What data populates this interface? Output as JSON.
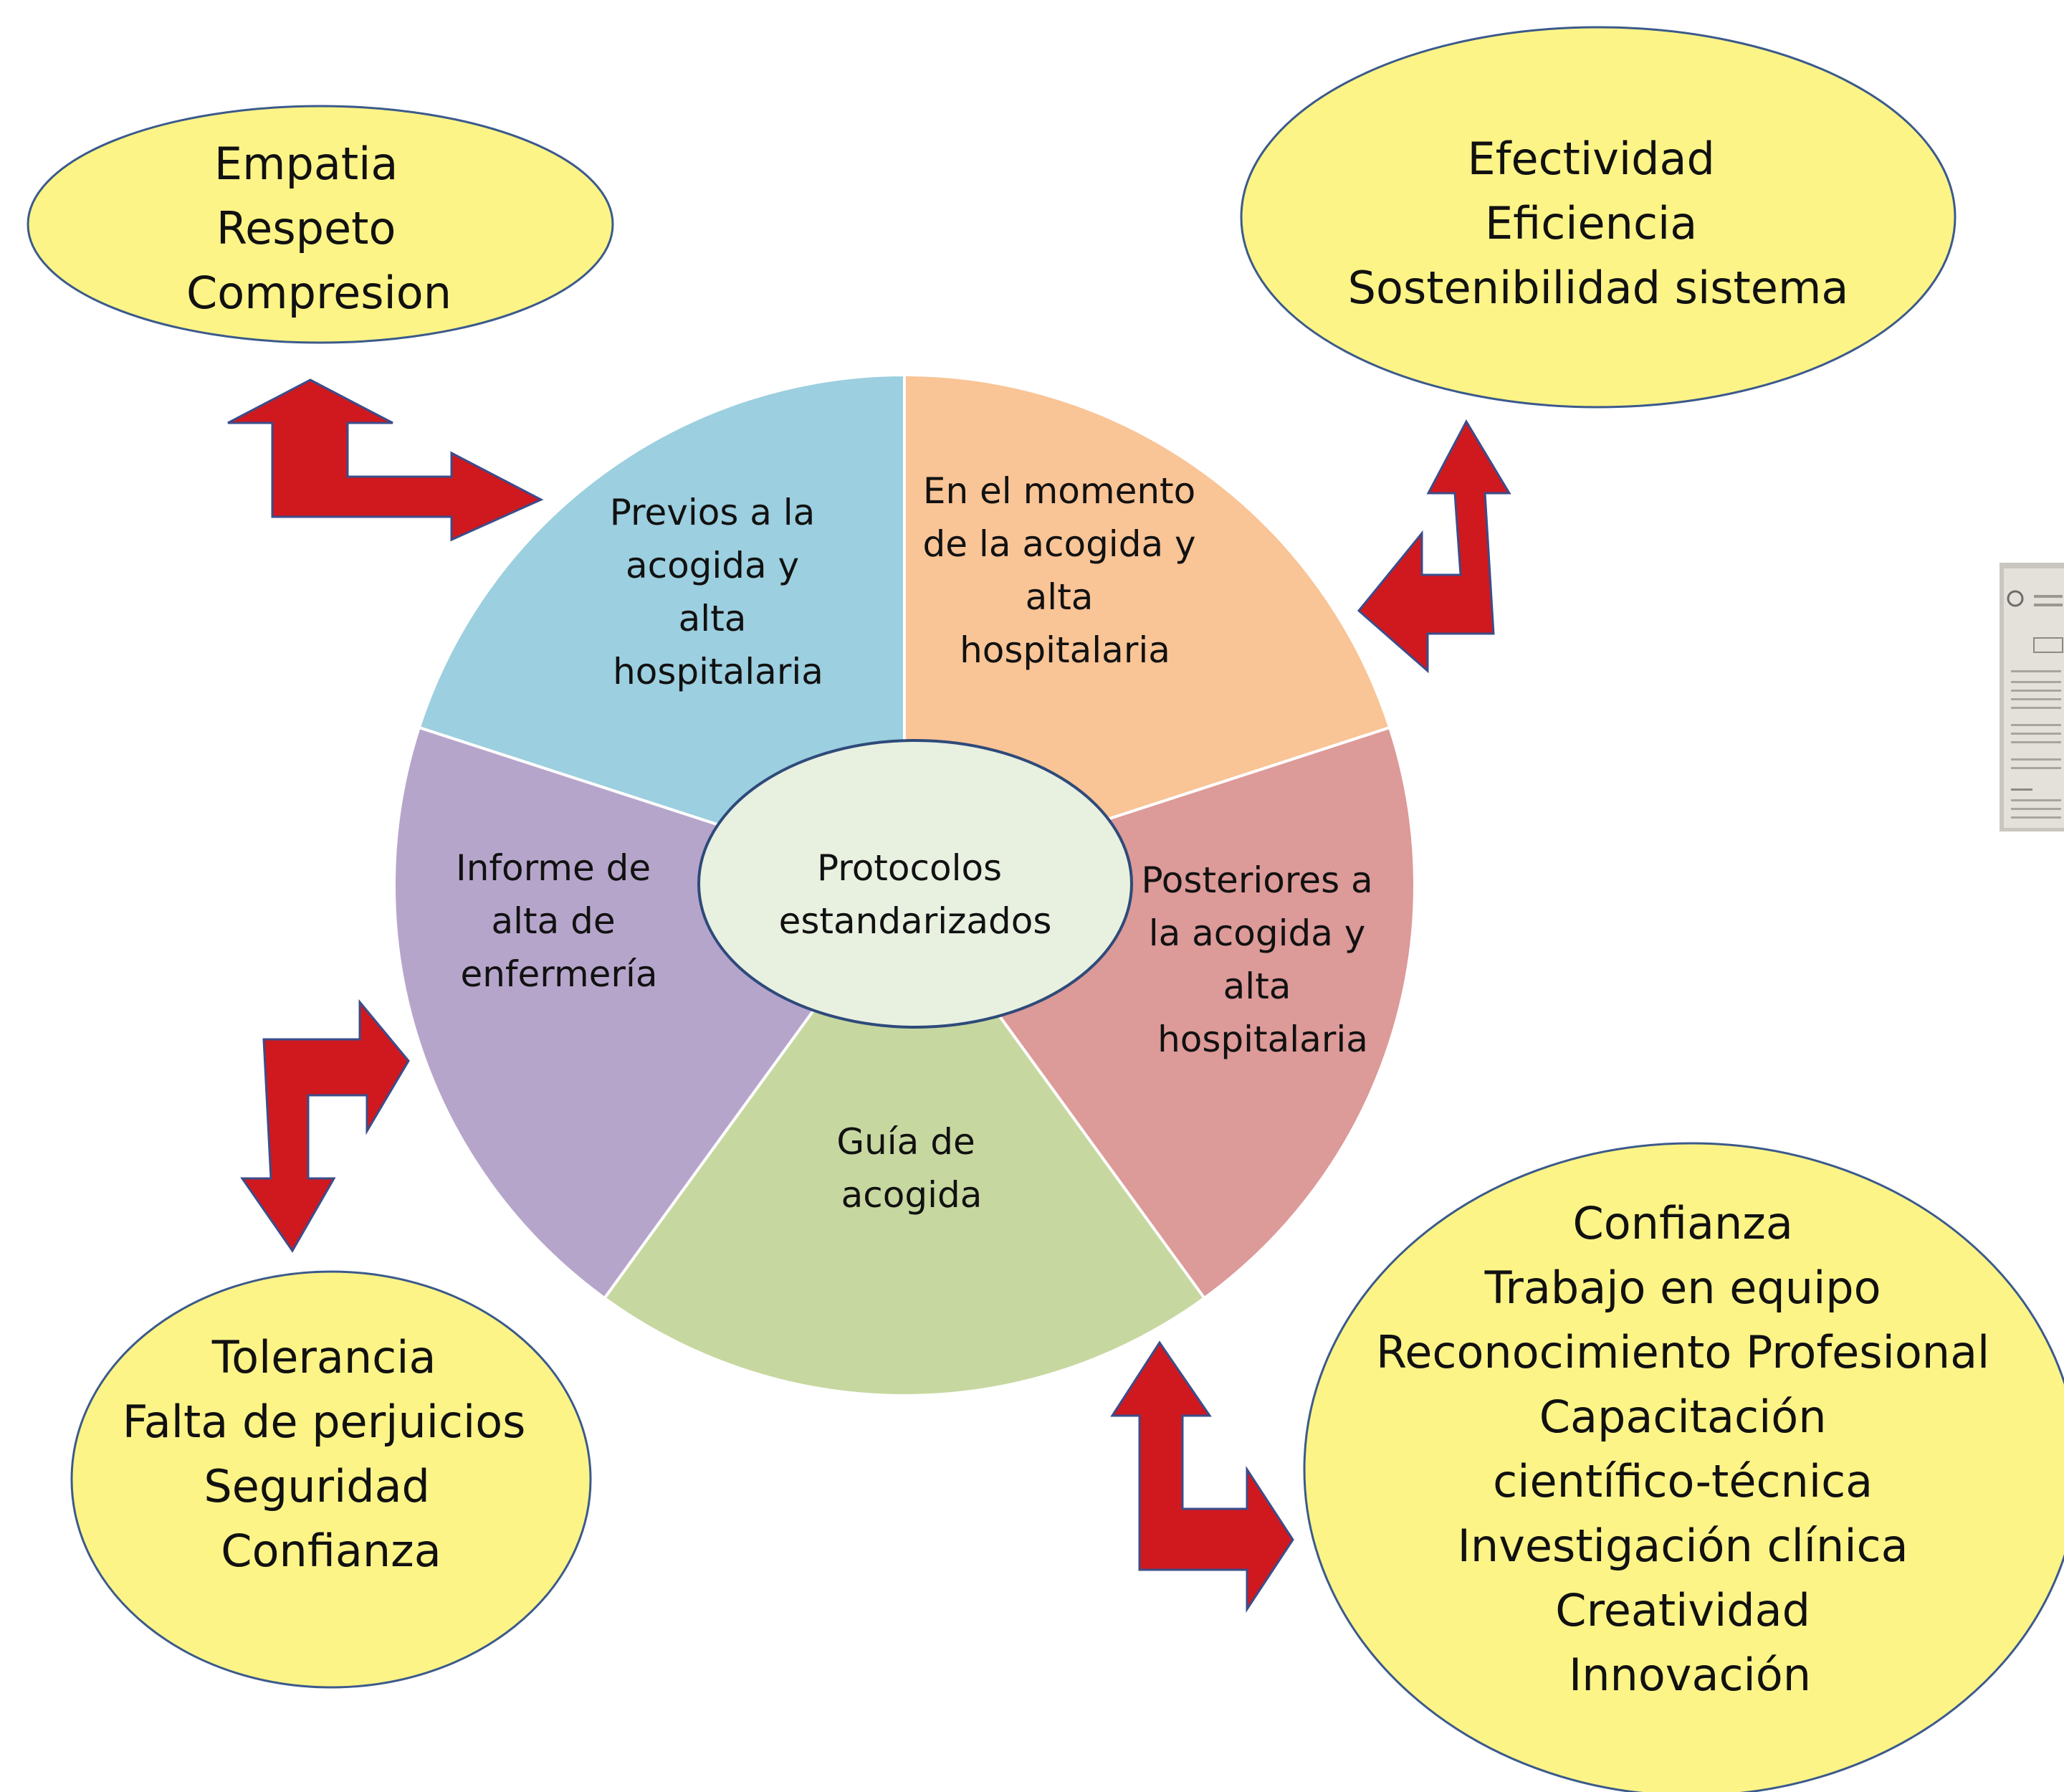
{
  "colors": {
    "segment_previos": "#9ccfdf",
    "segment_momento": "#f9c496",
    "segment_posteriores": "#dc9a98",
    "segment_guia": "#c7d7a0",
    "segment_informe": "#b6a5cb",
    "center_fill": "#e8f0e0",
    "center_stroke": "#2e4a7a",
    "ellipse_fill": "#fdf487",
    "ellipse_stroke": "#3b5a8c",
    "arrow_fill": "#d0181f",
    "arrow_stroke": "#3b4d8a"
  },
  "center": {
    "lines": [
      "Protocolos",
      "estandarizados"
    ]
  },
  "segments": {
    "previos": {
      "lines": [
        "Previos a la",
        "acogida y",
        "alta",
        "hospitalaria"
      ]
    },
    "momento": {
      "lines": [
        "En el momento",
        "de la acogida y",
        "alta",
        "hospitalaria"
      ]
    },
    "posteriores": {
      "lines": [
        "Posteriores a",
        "la acogida y",
        "alta",
        "hospitalaria"
      ]
    },
    "guia": {
      "lines": [
        "Guía de",
        "acogida"
      ]
    },
    "informe": {
      "lines": [
        "Informe de",
        "alta de",
        "enfermería"
      ]
    }
  },
  "ellipses": {
    "top_left": {
      "lines": [
        "Empatia",
        "Respeto",
        "Compresion"
      ]
    },
    "top_right": {
      "lines": [
        "Efectividad",
        "Eficiencia",
        "Sostenibilidad sistema"
      ]
    },
    "bottom_left": {
      "lines": [
        "Tolerancia",
        "Falta de perjuicios",
        "Seguridad",
        "Confianza"
      ]
    },
    "bottom_right": {
      "lines": [
        "Confianza",
        "Trabajo en equipo",
        "Reconocimiento Profesional",
        "Capacitación",
        "científico-técnica",
        "Investigación clínica",
        "Creatividad",
        "Innovación"
      ]
    }
  },
  "icons": {
    "arrows": [
      "double-arrow-icon",
      "double-arrow-icon",
      "double-arrow-icon",
      "double-arrow-icon"
    ],
    "thumbnail": "document-thumbnail-icon"
  }
}
